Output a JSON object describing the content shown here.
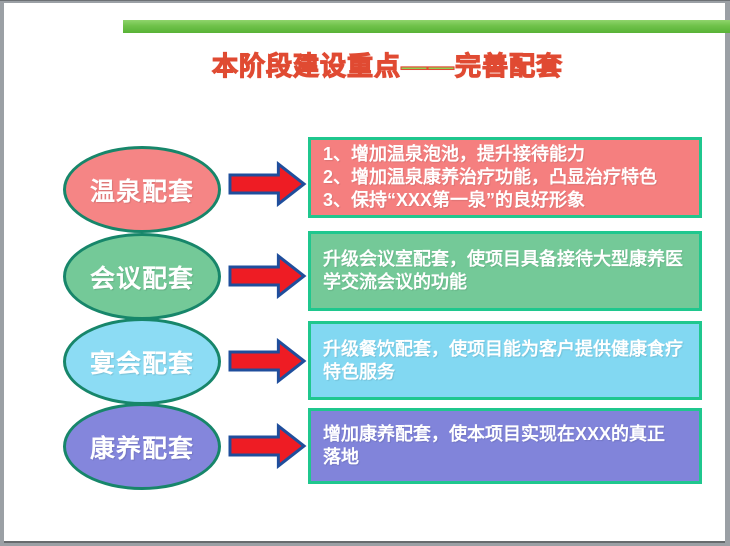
{
  "slide": {
    "title": "本阶段建设重点——完善配套"
  },
  "colors": {
    "top_bar_green": "#6fc24a",
    "title_fill_green": "#8ed152",
    "title_outline_red": "#e04a32",
    "arrow_fill": "#ee1c24",
    "arrow_border": "#1f4e9c",
    "ellipse_border_green": "#17866a",
    "box_border_green": "#1fc78e"
  },
  "rows": [
    {
      "label": "温泉配套",
      "ellipse_fill": "#f58585",
      "box_fill": "#f57f7f",
      "box_text": "1、增加温泉泡池，提升接待能力\n2、增加温泉康养治疗功能，凸显治疗特色\n3、保持“XXX第一泉”的良好形象"
    },
    {
      "label": "会议配套",
      "ellipse_fill": "#74c998",
      "box_fill": "#74c998",
      "box_text": "升级会议室配套，使项目具备接待大型康养医学交流会议的功能"
    },
    {
      "label": "宴会配套",
      "ellipse_fill": "#8cdcf4",
      "box_fill": "#82d8f2",
      "box_text": "升级餐饮配套，使项目能为客户提供健康食疗特色服务"
    },
    {
      "label": "康养配套",
      "ellipse_fill": "#8486dc",
      "box_fill": "#8184da",
      "box_text": "增加康养配套，使本项目实现在XXX的真正落地"
    }
  ]
}
